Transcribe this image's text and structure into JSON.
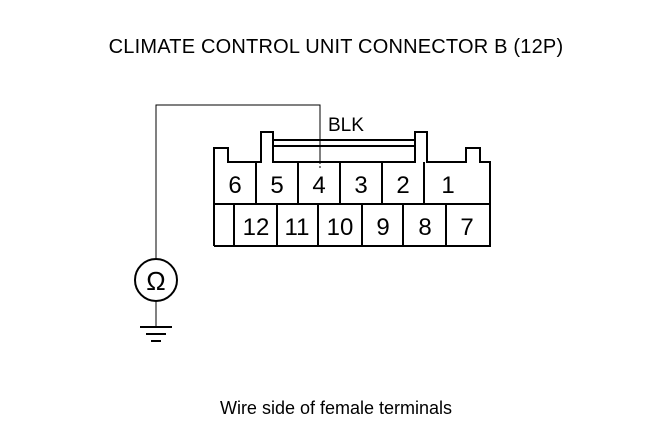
{
  "diagram": {
    "title": "CLIMATE CONTROL UNIT CONNECTOR B (12P)",
    "caption": "Wire side of female terminals",
    "wire_color_label": "BLK",
    "meter_symbol": "Ω",
    "meter_icon": "ohmmeter-icon",
    "ground_icon": "ground-icon",
    "probed_terminal": "4",
    "terminals_top_row": [
      "6",
      "5",
      "4",
      "3",
      "2",
      "1"
    ],
    "terminals_bottom_row": [
      "12",
      "11",
      "10",
      "9",
      "8",
      "7"
    ]
  }
}
